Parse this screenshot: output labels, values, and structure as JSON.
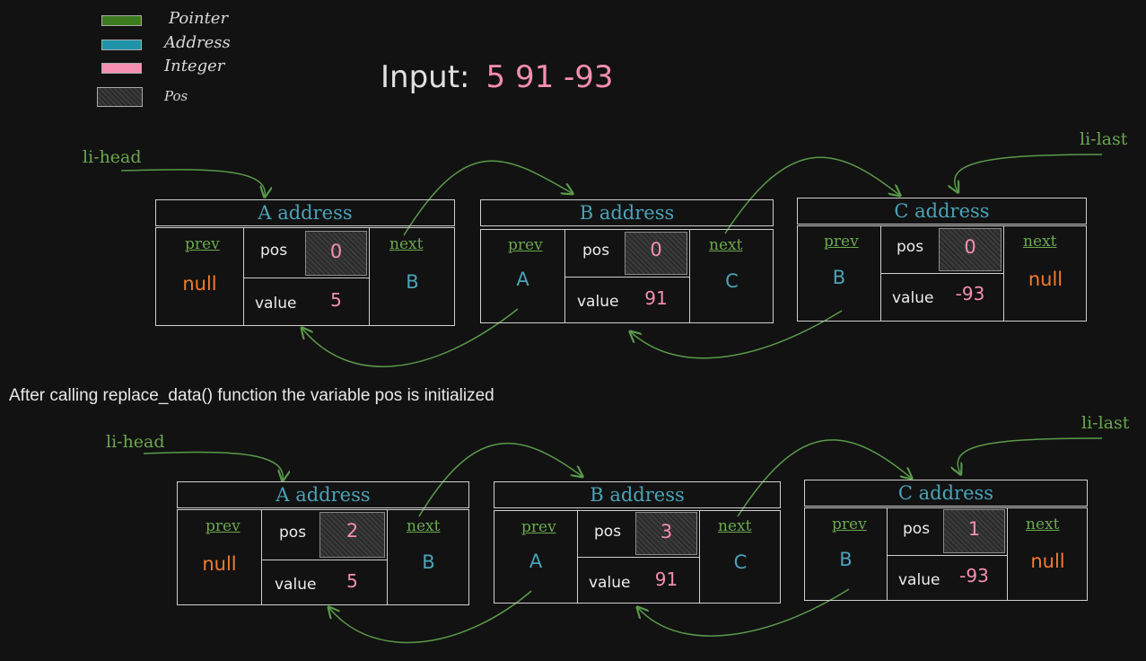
{
  "legend": [
    {
      "label": "Pointer",
      "color": "#3d7a1e"
    },
    {
      "label": "Address",
      "color": "#1f94a8"
    },
    {
      "label": "Integer",
      "color": "#f48fb1"
    },
    {
      "label": "Pos",
      "color": "#333333"
    }
  ],
  "input": {
    "label": "Input:",
    "values": "5 91 -93"
  },
  "caption": "After calling replace_data() function   the variable pos is initialized",
  "pointers": {
    "head": "li-head",
    "last": "li-last"
  },
  "field_labels": {
    "prev": "prev",
    "next": "next",
    "pos": "pos",
    "value": "value"
  },
  "before": [
    {
      "address": "A address",
      "prev": "null",
      "pos": "0",
      "value": "5",
      "next": "B"
    },
    {
      "address": "B address",
      "prev": "A",
      "pos": "0",
      "value": "91",
      "next": "C"
    },
    {
      "address": "C address",
      "prev": "B",
      "pos": "0",
      "value": "-93",
      "next": "null"
    }
  ],
  "after": [
    {
      "address": "A address",
      "prev": "null",
      "pos": "2",
      "value": "5",
      "next": "B"
    },
    {
      "address": "B address",
      "prev": "A",
      "pos": "3",
      "value": "91",
      "next": "C"
    },
    {
      "address": "C address",
      "prev": "B",
      "pos": "1",
      "value": "-93",
      "next": "null"
    }
  ],
  "colors": {
    "pointer_arrow": "#5a9a4a",
    "null": "#f57c2b",
    "address": "#4aa3b8",
    "integer": "#f48fb1"
  }
}
